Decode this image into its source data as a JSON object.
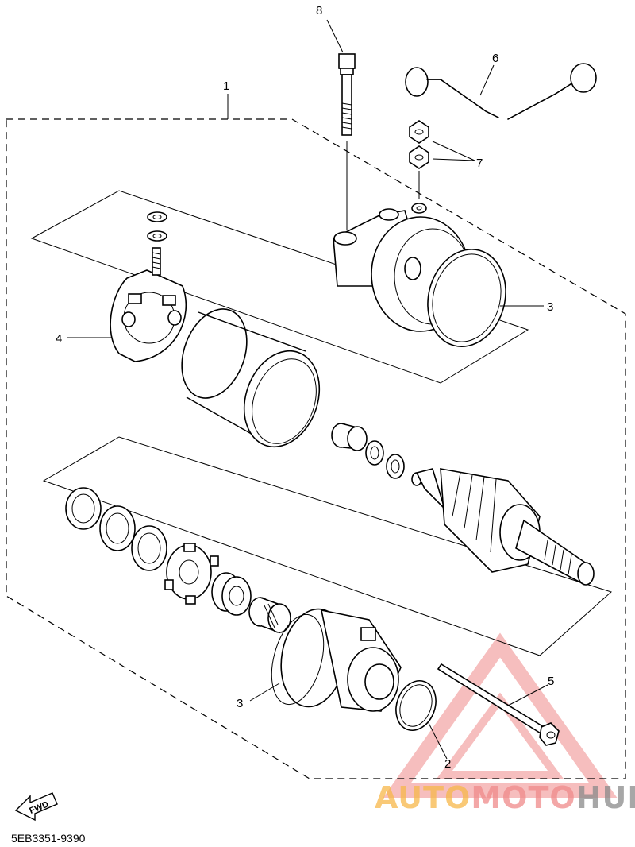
{
  "callouts": {
    "c1": "1",
    "c2": "2",
    "c3a": "3",
    "c3b": "3",
    "c4": "4",
    "c5": "5",
    "c6": "6",
    "c7": "7",
    "c8": "8"
  },
  "direction_label": "FWD",
  "diagram_code": "5EB3351-9390",
  "watermark": {
    "part1": "AUTO",
    "part2": "MOTO",
    "part3": "HUB",
    "color_orange": "#f7b84a",
    "color_red": "#f08a8a",
    "color_gray": "#8a8a8a"
  }
}
